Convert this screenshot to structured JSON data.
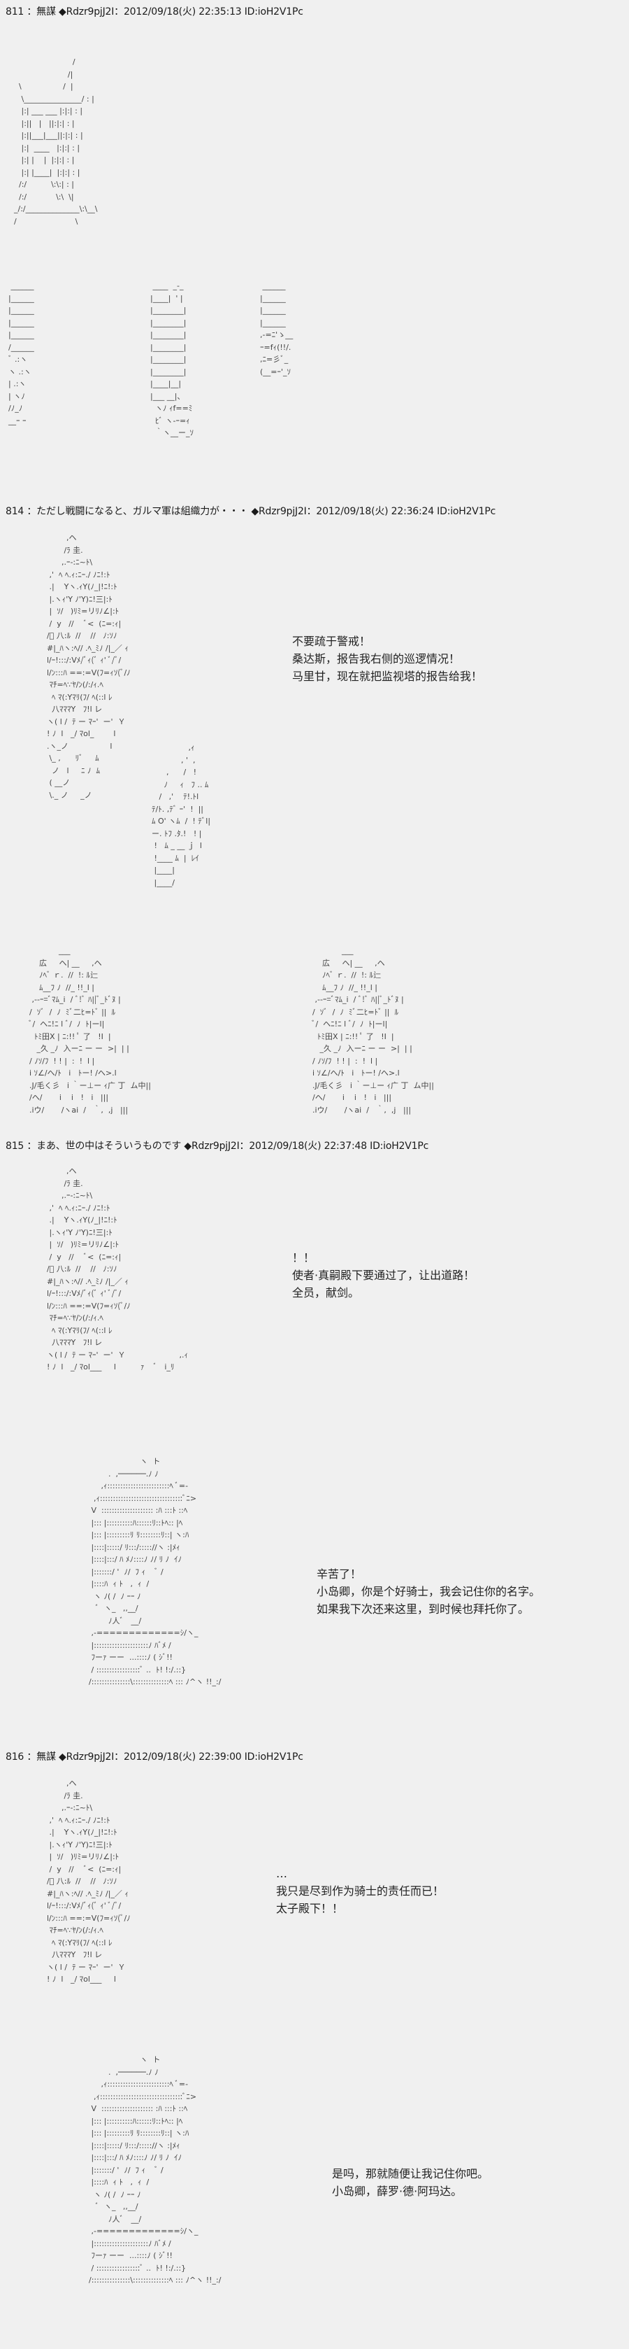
{
  "posts": [
    {
      "header": "811 ：無謀 ◆Rdzr9pjJ2I：2012/09/18(火) 22:35:13 ID:ioH2V1Pc",
      "art": [
        {
          "name": "corridor-art",
          "lines": [
            "                        /",
            "                      /|",
            "  \\                 /  |",
            "   \\_______________/ : |",
            "   |:| ___ ___ |:|:| : |",
            "   |:||   |   ||:|:| : |",
            "   |:||___|___||:|:| : |",
            "   |:|  ____   |:|:| : |",
            "   |:| |    |  |:|:| : |",
            "   |:| |____|  |:|:| : |",
            "  /:/          \\:\\:| : |",
            "  /:/            \\:\\  \\|",
            "_/:/______________\\:\\__\\",
            "/                        \\"
          ]
        },
        {
          "name": "stairs-left-art",
          "lines": [
            " ______",
            "|______",
            "|______",
            "|______",
            "|______",
            "/______",
            "ﾞ .:ヽ",
            "ヽ .:ヽ",
            "| .:ヽ",
            "| ヽﾉ",
            "/ﾉ_ﾉ",
            "__ｰ ｰ"
          ]
        },
        {
          "name": "stairs-middle-art",
          "lines": [
            " ____  _-_",
            "|____|  ' |",
            "|________|",
            "|________|",
            "|________|",
            "|________|",
            "|________|",
            "|________|",
            "|____|__|",
            "|___ __|、",
            "  ヽﾉ ｨf==ﾐ",
            "  ﾋﾞ ヽ-ｰ=ｨ",
            "  ｀ヽ__ー_ｿ"
          ]
        },
        {
          "name": "stairs-right-art",
          "lines": [
            "   ______",
            "  |______",
            "  |______",
            "  |______",
            "  ,-=ﾆ'ゝ__",
            "  ｰ=fｨ(!!/.",
            "  ,ﾆ=彡ﾞ_",
            "  (__=ｰ'_ｿ"
          ]
        }
      ]
    },
    {
      "header": "814 ：ただし戦闘になると、ガルマ軍は組織力が・・・ ◆Rdzr9pjJ2I：2012/09/18(火) 22:36:24 ID:ioH2V1Pc",
      "dialog": [
        "不要疏于警戒！",
        "桑达斯，报告我右侧的巡逻情况！",
        "马里甘，现在就把监视塔的报告给我！"
      ],
      "art": [
        {
          "name": "knight-art",
          "lines": [
            "          ,ヘ",
            "         /ﾗ 圭.",
            "        ,.ｰ-:ﾆ~ﾄ\\",
            "   ,'  ﾍ ﾍ.ｨ:ﾆｰ./ ﾉﾆ!:ﾄ",
            "   .|    Yヽ.ｨY(ﾉ_|!ﾆ!:ﾄ",
            "   |.ヽｨ'Y ﾉ'Y)ﾆ!三|:ﾄ",
            "   |  ｿ/   )ﾘﾐ=リﾘﾉ∠|:ﾄ",
            "   /  y   //    ﾞ<  (ﾆ=:ｨ|",
            "  /ﾞ 八:ﾙ  //    //   ﾉ:ｿﾉ",
            "  #|_ﾊヽ:ﾍ// .ﾍ_ﾐﾉ /|_／ ｨ",
            "  l/ｰ!:::/:Vﾒ/ﾞｨ(ﾞ ｨ' ﾞ/ﾞ/",
            "  l/ﾝ:::ﾊ ==:=V(ﾌ=ｨｿ(ﾞ/ﾉ",
            "   ﾏﾁ=ﾍ∵ﾔ/ﾝ(/:/ｨ.ﾍ",
            "    ﾍ ﾏ(:Yﾏﾘ(ﾌ/ ﾍ(::l ﾚ",
            "    八ﾏﾏﾏY   ﾌ!l レ",
            "  ヽ( l /  ﾃ ー ﾏｰ'  ー'  Ｙ",
            "  ! ﾉ  l   _/ ﾏol_        l",
            "  .ヽ_ノ                 l",
            "   \\_ ,      ﾘﾞ     ﾑ",
            "    ノ   l     ﾆ ﾉ  ﾑ",
            "   ( __ノ",
            "   \\._ ノ     _ノ"
          ]
        },
        {
          "name": "soldier-art",
          "lines": [
            "                 ,ｨ",
            "              , '  ,",
            "        ,      /   !",
            "       ﾉ     ｨ   ﾌ .. ﾑ",
            "     /   ,'    ﾃ!.ﾄl",
            "  ﾃ/ﾄ. ,ﾃﾞ ｰ'  !  ||",
            "  ﾑ O' ヽﾑ  /  ! ﾃﾞl|",
            "  ー. ﾄﾌ .ﾀ.!   ! |",
            "   !   ﾑ _ __ ｊ  l",
            "   !____ ﾑ  |  ﾚｲ",
            "   |____|",
            "   |____/"
          ]
        },
        {
          "name": "knights-left-art",
          "lines": [
            "              ___",
            "      広     ヘ| __     ,ヘ",
            "      ﾉﾍﾞ ｒ.  //  !: ﾙ辷",
            "      ﾑ__ﾌ ﾉ  //_ !!_l |",
            "   ,--ｰ=ﾞﾏﾑ_i  / ﾞ!ﾞ ﾊ||ﾞ_ﾄﾞﾇ |",
            "  /  ｿﾞ  /  ﾉ  ﾐﾞ二ﾋ=ﾄﾞ ||  ﾙ",
            "  ﾞ/  ヘﾆ!ﾆ l ﾞ/  ﾉ  ﾄ|ーl|",
            "    ﾄﾐ田X | ﾆ:!! ﾟ 了   !I  |",
            "     _久 _ﾉ  入ーﾆ ー ー  >|  | |",
            "  / ﾉｿ/ﾌ  ! ! |  :  !  l |",
            "  i ｿ∠/へ/ﾄ   i   ﾄー! /へ>.l",
            "  .J/毛く彡   i ｀ー⊥ー ｨ广 丁  ム中||",
            "  /ヘ/       i    i   !   i   |||",
            "  .iウ/       /ヽai  /   ｀,  ,j   |||"
          ]
        },
        {
          "name": "knights-right-art",
          "lines": [
            "              ___",
            "      広     ヘ| __     ,ヘ",
            "      ﾉﾍﾞ ｒ.  //  !: ﾙ辷",
            "      ﾑ__ﾌ ﾉ  //_ !!_l |",
            "   ,--ｰ=ﾞﾏﾑ_i  / ﾞ!ﾞ ﾊ||ﾞ_ﾄﾞﾇ |",
            "  /  ｿﾞ  /  ﾉ  ﾐﾞ二ﾋ=ﾄﾞ ||  ﾙ",
            "  ﾞ/  ヘﾆ!ﾆ l ﾞ/  ﾉ  ﾄ|ーl|",
            "    ﾄﾐ田X | ﾆ:!! ﾟ 了   !I  |",
            "     _久 _ﾉ  入ーﾆ ー ー  >|  | |",
            "  / ﾉｿ/ﾌ  ! ! |  :  !  l |",
            "  i ｿ∠/へ/ﾄ   i   ﾄー! /へ>.l",
            "  .J/毛く彡   i ｀ー⊥ー ｨ广 丁  ム中||",
            "  /ヘ/       i    i   !   i   |||",
            "  .iウ/       /ヽai  /   ｀,  ,j   |||"
          ]
        }
      ]
    },
    {
      "header": "815 ：まあ、世の中はそういうものです ◆Rdzr9pjJ2I：2012/09/18(火) 22:37:48 ID:ioH2V1Pc",
      "dialog": [
        "！！",
        "使者·真嗣殿下要通过了，让出道路！",
        "全员，献剑。"
      ],
      "dialog2": [
        "辛苦了！",
        "小岛卿，你是个好骑士，我会记住你的名字。",
        "如果我下次还来这里，到时候也拜托你了。"
      ],
      "art": [
        {
          "name": "knight-salute-art",
          "lines": [
            "          ,ヘ",
            "         /ﾗ 圭.",
            "        ,.ｰ-:ﾆ~ﾄ\\",
            "   ,'  ﾍ ﾍ.ｨ:ﾆｰ./ ﾉﾆ!:ﾄ",
            "   .|    Yヽ.ｨY(ﾉ_|!ﾆ!:ﾄ",
            "   |.ヽｨ'Y ﾉ'Y)ﾆ!三|:ﾄ",
            "   |  ｿ/   )ﾘﾐ=リﾘﾉ∠|:ﾄ",
            "   /  y   //    ﾞ<  (ﾆ=:ｨ|",
            "  /ﾞ 八:ﾙ  //    //   ﾉ:ｿﾉ",
            "  #|_ﾊヽ:ﾍ// .ﾍ_ﾐﾉ /|_／ ｨ",
            "  l/ｰ!:::/:Vﾒ/ﾞｨ(ﾞ ｨ' ﾞ/ﾞ/",
            "  l/ﾝ:::ﾊ ==:=V(ﾌ=ｨｿ(ﾞ/ﾉ",
            "   ﾏﾁ=ﾍ∵ﾔ/ﾝ(/:/ｨ.ﾍ",
            "    ﾍ ﾏ(:Yﾏﾘ(ﾌ/ ﾍ(::l ﾚ",
            "    八ﾏﾏﾏY   ﾌ!l レ",
            "  ヽ( l /  ﾃ ー ﾏｰ'  ー'  Ｙ                      ,.ｨ",
            "  ! ﾉ  l   _/ ﾏol___     l          ｧ    ﾞ   i_ﾘ"
          ]
        },
        {
          "name": "prince-art",
          "lines": [
            "                       ヽ  ト",
            "          .  ,──────.ﾉ ﾉ",
            "       ,ｨ::::::::::::::::::::::::ﾍ ﾞ=-",
            "    ,ｨ::::::::::::::::::::::::::::::::ﾞﾆ>",
            "   V  :::::::::::::::::::: :ﾊ :::ﾄ ::ﾍ",
            "   |::: |::::::::::ﾊ::::::ﾘ::ﾄﾍ:: |ﾍ",
            "   |::: |:::::::::ﾘ ﾘ::::::::ﾘ::| ヽ:ﾊ",
            "   |::::|:::::/ ﾘ:::/::::://ヽ :|ﾒｨ",
            "   |::::|:::/ ﾊ ﾒﾉ::::ﾉ ﾉ/ ﾘ ﾉ  ｲﾉ",
            "   |:::::::/ '  ﾉ/  ﾌ ｨ    ﾞ /",
            "   |::::ﾊ  ｨ ﾄ   ,  ｨ  /",
            "    ヽ ﾉ( /  ﾉ ｰｰ ﾉ",
            "     ﾞ  ヽ_   ,,__/",
            "          ﾉ人ﾞ   __/",
            "   ,-=============ｼ/ヽ_",
            "   |:::::::::::::::::::::ﾉ ﾊﾞﾒ /",
            "   ﾌーｧ ーー  ...::::ﾉ ( ｼﾞ!!",
            "   / :::::::::::::::::ﾞ ..  ﾄ! !:/.::}",
            "  /:::::::::::::::\\::::::::::::::ﾍ ::: ﾉ^ヽ !!_:/"
          ]
        }
      ]
    },
    {
      "header": "816 ：無謀 ◆Rdzr9pjJ2I：2012/09/18(火) 22:39:00 ID:ioH2V1Pc",
      "dialog": [
        "…",
        "我只是尽到作为骑士的责任而已！",
        "太子殿下！！"
      ],
      "dialog2": [
        "是吗，那就随便让我记住你吧。",
        "小岛卿，薛罗·德·阿玛达。"
      ],
      "art": [
        {
          "name": "knight-kneel-art",
          "lines": [
            "          ,ヘ",
            "         /ﾗ 圭.",
            "        ,.ｰ-:ﾆ~ﾄ\\",
            "   ,'  ﾍ ﾍ.ｨ:ﾆｰ./ ﾉﾆ!:ﾄ",
            "   .|    Yヽ.ｨY(ﾉ_|!ﾆ!:ﾄ",
            "   |.ヽｨ'Y ﾉ'Y)ﾆ!三|:ﾄ",
            "   |  ｿ/   )ﾘﾐ=リﾘﾉ∠|:ﾄ",
            "   /  y   //    ﾞ<  (ﾆ=:ｨ|",
            "  /ﾞ 八:ﾙ  //    //   ﾉ:ｿﾉ",
            "  #|_ﾊヽ:ﾍ// .ﾍ_ﾐﾉ /|_／ ｨ",
            "  l/ｰ!:::/:Vﾒ/ﾞｨ(ﾞ ｨ' ﾞ/ﾞ/",
            "  l/ﾝ:::ﾊ ==:=V(ﾌ=ｨｿ(ﾞ/ﾉ",
            "   ﾏﾁ=ﾍ∵ﾔ/ﾝ(/:/ｨ.ﾍ",
            "    ﾍ ﾏ(:Yﾏﾘ(ﾌ/ ﾍ(::l ﾚ",
            "    八ﾏﾏﾏY   ﾌ!l レ",
            "  ヽ( l /  ﾃ ー ﾏｰ'  ー'  Ｙ",
            "  ! ﾉ  l   _/ ﾏol___     l"
          ]
        },
        {
          "name": "prince-smile-art",
          "lines": [
            "                       ヽ  ト",
            "          .  ,──────.ﾉ ﾉ",
            "       ,ｨ::::::::::::::::::::::::ﾍ ﾞ=-",
            "    ,ｨ::::::::::::::::::::::::::::::::ﾞﾆ>",
            "   V  :::::::::::::::::::: :ﾊ :::ﾄ ::ﾍ",
            "   |::: |::::::::::ﾊ::::::ﾘ::ﾄﾍ:: |ﾍ",
            "   |::: |:::::::::ﾘ ﾘ::::::::ﾘ::| ヽ:ﾊ",
            "   |::::|:::::/ ﾘ:::/::::://ヽ :|ﾒｨ",
            "   |::::|:::/ ﾊ ﾒﾉ::::ﾉ ﾉ/ ﾘ ﾉ  ｲﾉ",
            "   |:::::::/ '  ﾉ/  ﾌ ｨ    ﾞ /",
            "   |::::ﾊ  ｨ ﾄ   ,  ｨ  /",
            "    ヽ ﾉ( /  ﾉ ｰｰ ﾉ",
            "     ﾞ  ヽ_   ,,__/",
            "          ﾉ人ﾞ   __/",
            "   ,-=============ｼ/ヽ_",
            "   |:::::::::::::::::::::ﾉ ﾊﾞﾒ /",
            "   ﾌーｧ ーー  ...::::ﾉ ( ｼﾞ!!",
            "   / :::::::::::::::::ﾞ ..  ﾄ! !:/.::}",
            "  /:::::::::::::::\\::::::::::::::ﾍ ::: ﾉ^ヽ !!_:/"
          ]
        }
      ]
    }
  ]
}
